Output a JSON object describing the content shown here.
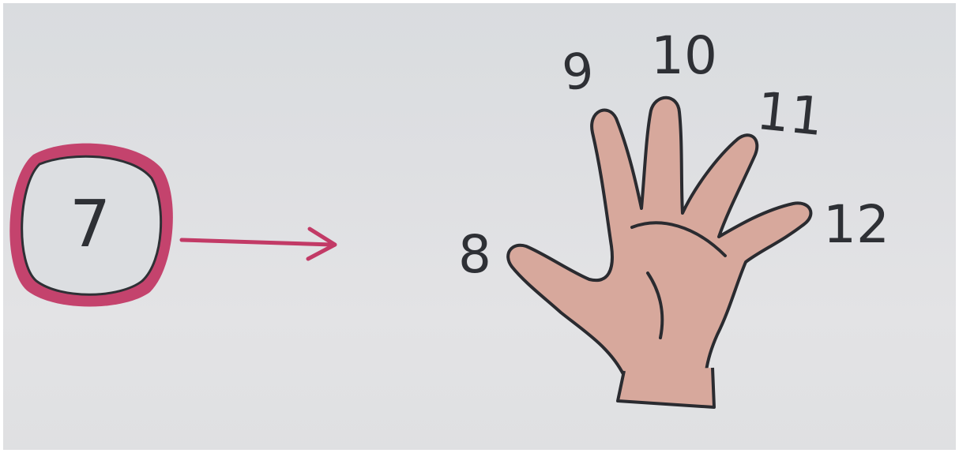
{
  "start_number": "7",
  "finger_numbers": {
    "thumb": "8",
    "index": "9",
    "middle": "10",
    "ring": "11",
    "pinky": "12"
  },
  "colors": {
    "ink": "#2e3035",
    "accent": "#c23a66",
    "hand_fill": "#d7a89c"
  }
}
